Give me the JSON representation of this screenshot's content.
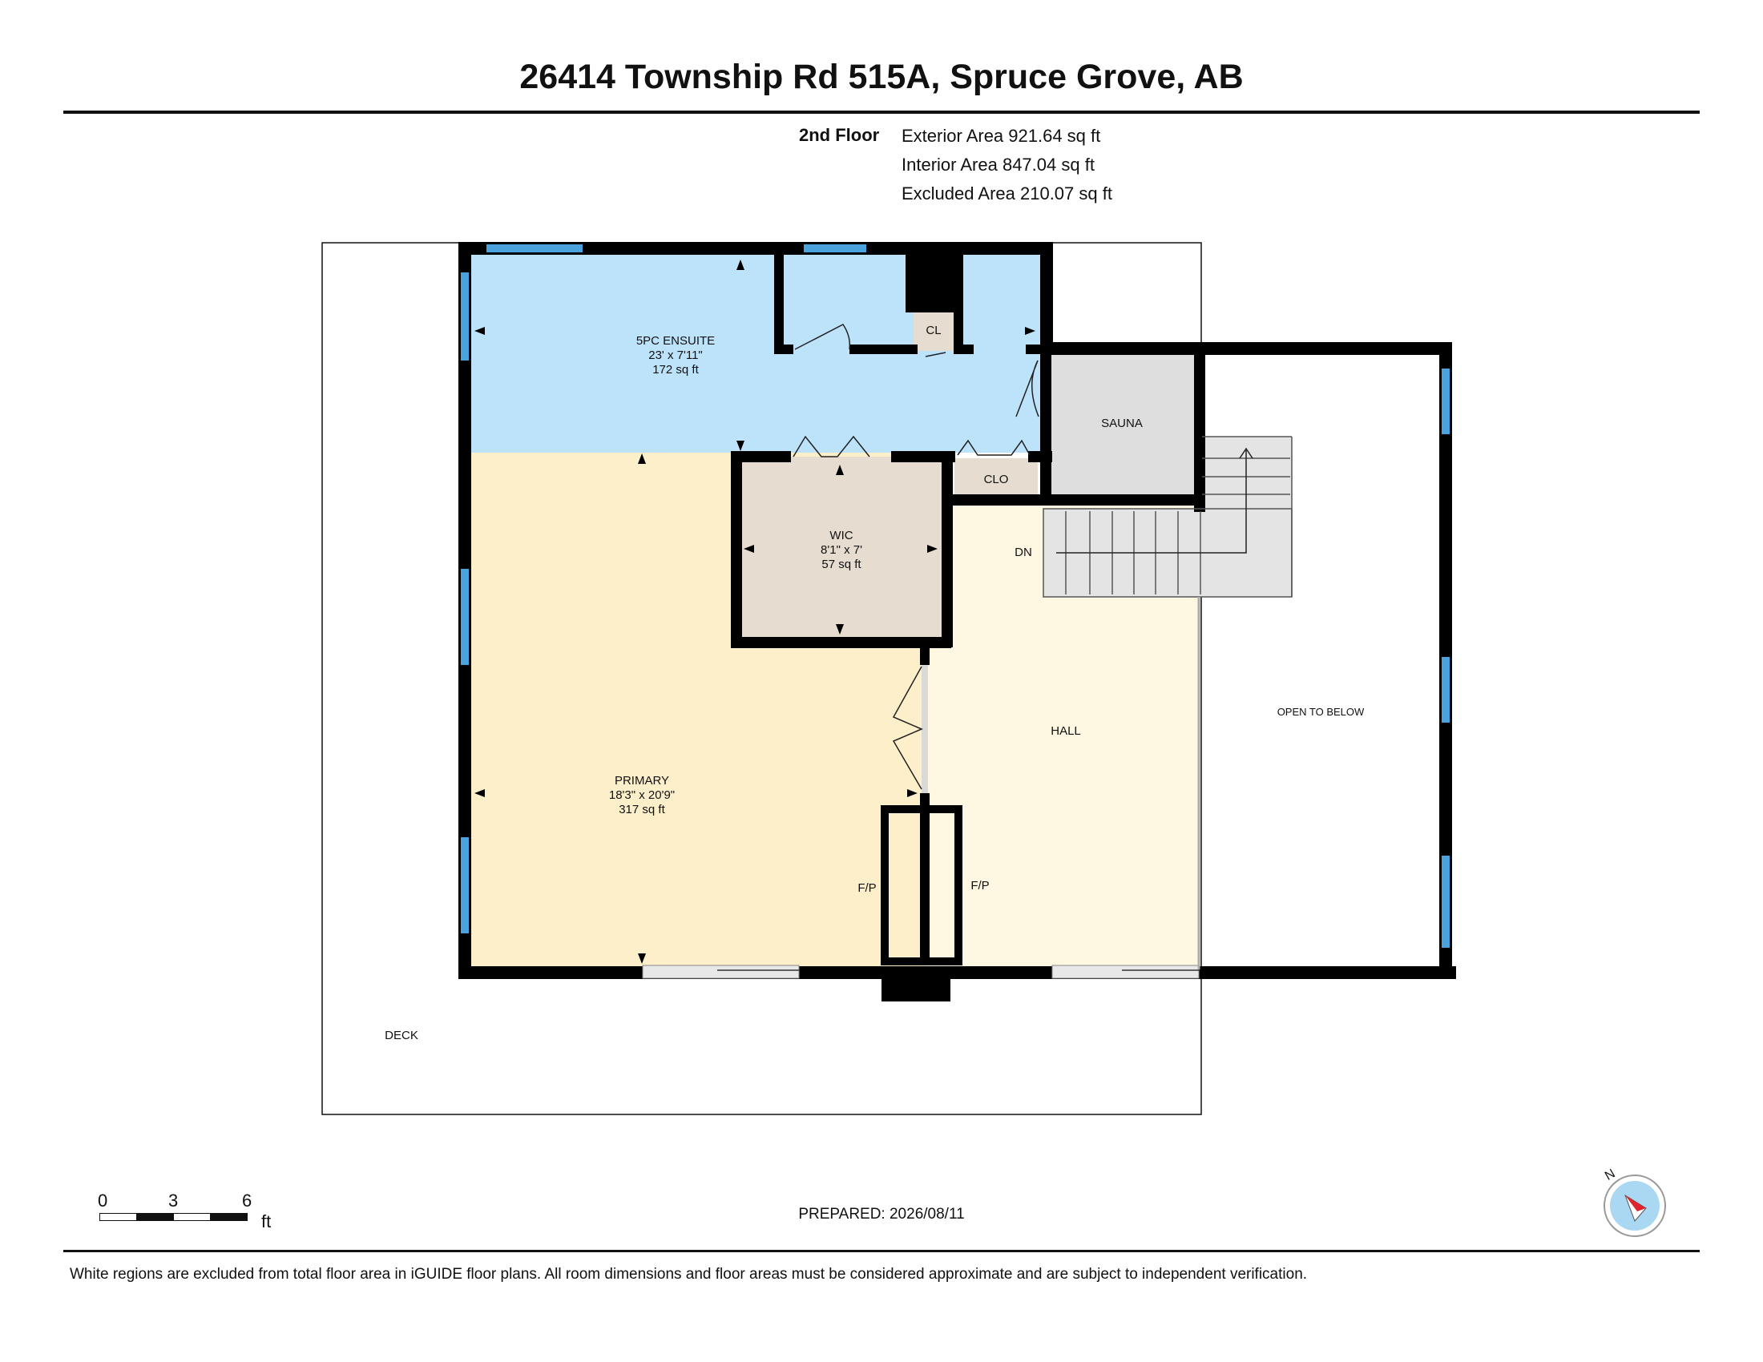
{
  "title": "26414 Township Rd 515A, Spruce Grove, AB",
  "floor": {
    "label": "2nd Floor",
    "exterior_area": "Exterior Area 921.64 sq ft",
    "interior_area": "Interior Area 847.04 sq ft",
    "excluded_area": "Excluded Area 210.07 sq ft"
  },
  "rooms": {
    "ensuite": {
      "name": "5PC ENSUITE",
      "dims": "23' x 7'11\"",
      "area": "172 sq ft"
    },
    "wic": {
      "name": "WIC",
      "dims": "8'1\" x 7'",
      "area": "57 sq ft"
    },
    "primary": {
      "name": "PRIMARY",
      "dims": "18'3\" x 20'9\"",
      "area": "317 sq ft"
    },
    "cl": "CL",
    "clo": "CLO",
    "sauna": "SAUNA",
    "dn": "DN",
    "hall": "HALL",
    "open_to_below": "OPEN TO BELOW",
    "fp_left": "F/P",
    "fp_right": "F/P",
    "deck": "DECK"
  },
  "scale": {
    "ticks": [
      "0",
      "3",
      "6"
    ],
    "unit": "ft"
  },
  "compass": {
    "label": "N"
  },
  "prepared": "PREPARED: 2026/08/11",
  "disclaimer": "White regions are excluded from total floor area in iGUIDE floor plans. All room dimensions and floor areas must be considered approximate and are subject to independent verification.",
  "colors": {
    "ensuite": "#bde3fb",
    "primary": "#fdefca",
    "hall": "#fef7e1",
    "wic": "#e6ddd0",
    "sauna": "#dedede",
    "window": "#4aa3dc",
    "wall": "#000000"
  }
}
